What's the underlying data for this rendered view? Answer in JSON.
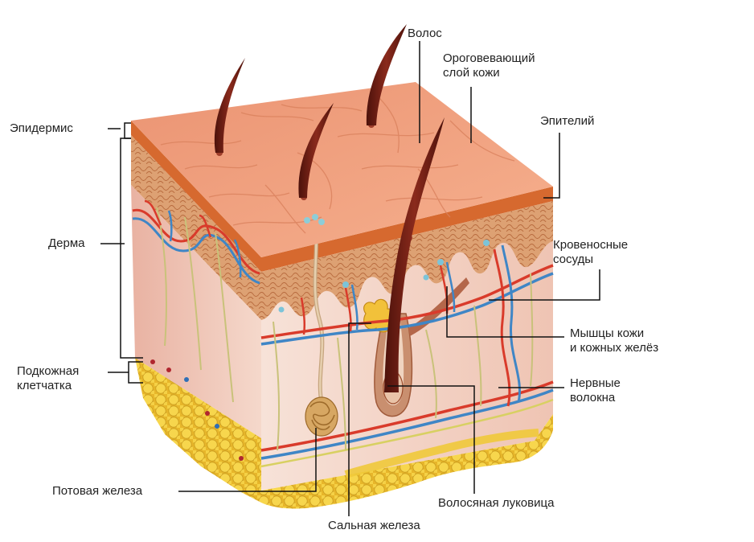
{
  "labels": {
    "hair": "Волос",
    "stratum_corneum": [
      "Ороговевающий",
      "слой кожи"
    ],
    "epithelium": "Эпителий",
    "blood_vessels": [
      "Кровеносные",
      "сосуды"
    ],
    "muscles": [
      "Мышцы кожи",
      "и кожных желёз"
    ],
    "nerve_fibers": [
      "Нервные",
      "волокна"
    ],
    "hair_bulb": "Волосяная луковица",
    "sebaceous_gland": "Сальная железа",
    "sweat_gland": "Потовая железа",
    "epidermis": "Эпидермис",
    "dermis": "Дерма",
    "subcutaneous": [
      "Подкожная",
      "клетчатка"
    ]
  },
  "colors": {
    "skin_top": "#f2a27f",
    "epidermis_band": "#d6692f",
    "dermis_cells": "#d99a6c",
    "dermis_body": "#f4d3c4",
    "fat": "#f0c93a",
    "hair": "#6b1b12",
    "artery": "#d93b2b",
    "vein": "#3f86c6",
    "nerve": "#c9c27a",
    "leader": "#111111"
  }
}
